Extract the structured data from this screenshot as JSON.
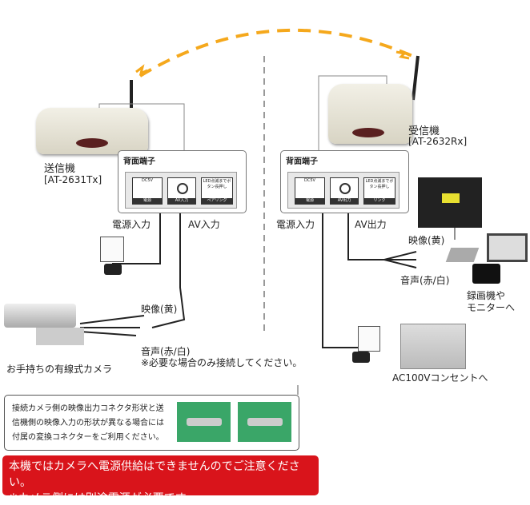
{
  "transmitter": {
    "name": "送信機",
    "model": "[AT-2631Tx]",
    "panel_title": "背面端子",
    "power_label": "電源入力",
    "av_label": "AV入力",
    "terminals": {
      "power": "電源",
      "dc": "DC5V",
      "av": "AV入力",
      "pair": "ペアリング",
      "pair_note": "LED点滅までボタン長押し"
    }
  },
  "receiver": {
    "name": "受信機",
    "model": "[AT-2632Rx]",
    "panel_title": "背面端子",
    "power_label": "電源入力",
    "av_label": "AV出力",
    "terminals": {
      "power": "電源",
      "dc": "DC5V",
      "av": "AV出力",
      "pair": "リンク",
      "pair_note": "LED点滅までボタン長押し"
    }
  },
  "camera_side": {
    "video": "映像(黄)",
    "audio": "音声(赤/白)",
    "optional_note": "※必要な場合のみ接続してください。",
    "camera_label": "お手持ちの有線式カメラ"
  },
  "receiver_side": {
    "video": "映像(黄)",
    "audio": "音声(赤/白)",
    "dest_line1": "録画機や",
    "dest_line2": "モニターへ",
    "outlet": "AC100Vコンセントへ"
  },
  "note": {
    "text": "接続カメラ側の映像出力コネクタ形状と送\n信機側の映像入力の形状が異なる場合には\n付属の変換コネクターをご利用ください。"
  },
  "warning": {
    "line1": "本機ではカメラへ電源供給はできませんのでご注意ください。",
    "line2": "※カメラ側には別途電源が必要です。"
  },
  "colors": {
    "signal": "#f5a81c",
    "warning_bg": "#d9141b",
    "connector_bg": "#3aa668"
  }
}
